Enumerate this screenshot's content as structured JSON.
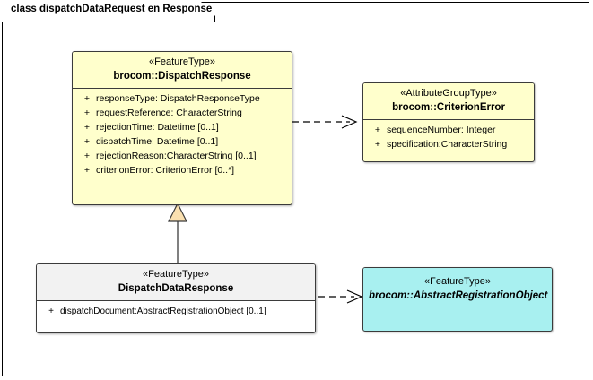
{
  "frame": {
    "title": "class dispatchDataRequest en Response"
  },
  "classes": {
    "dispatch_response": {
      "stereotype": "«FeatureType»",
      "name": "brocom::DispatchResponse",
      "attributes": [
        {
          "visibility": "+",
          "text": "responseType: DispatchResponseType"
        },
        {
          "visibility": "+",
          "text": "requestReference: CharacterString"
        },
        {
          "visibility": "+",
          "text": "rejectionTime: Datetime [0..1]"
        },
        {
          "visibility": "+",
          "text": "dispatchTime: Datetime [0..1]"
        },
        {
          "visibility": "+",
          "text": "rejectionReason:CharacterString [0..1]"
        },
        {
          "visibility": "+",
          "text": "criterionError: CriterionError [0..*]"
        }
      ]
    },
    "criterion_error": {
      "stereotype": "«AttributeGroupType»",
      "name": "brocom::CriterionError",
      "attributes": [
        {
          "visibility": "+",
          "text": "sequenceNumber: Integer"
        },
        {
          "visibility": "+",
          "text": "specification:CharacterString"
        }
      ]
    },
    "dispatch_data_response": {
      "stereotype": "«FeatureType»",
      "name": "DispatchDataResponse",
      "attributes": [
        {
          "visibility": "+",
          "text": "dispatchDocument:AbstractRegistrationObject [0..1]"
        }
      ]
    },
    "abstract_registration_object": {
      "stereotype": "«FeatureType»",
      "name": "brocom::AbstractRegistrationObject"
    }
  },
  "connectors": [
    {
      "name": "dependency-dispatchresponse-to-criterionerror",
      "type": "dependency"
    },
    {
      "name": "generalization-dispatchdataresponse-to-dispatchresponse",
      "type": "generalization"
    },
    {
      "name": "dependency-dispatchdataresponse-to-abstractregistrationobject",
      "type": "dependency"
    }
  ],
  "colors": {
    "feature_type_fill": "#FFFFCC",
    "abstract_fill": "#A8F0F0",
    "header_gray_fill": "#F2F2F2",
    "generalization_arrow_fill": "#FAE0B0",
    "border": "#3B3B3B",
    "canvas": "#FFFFFF"
  }
}
